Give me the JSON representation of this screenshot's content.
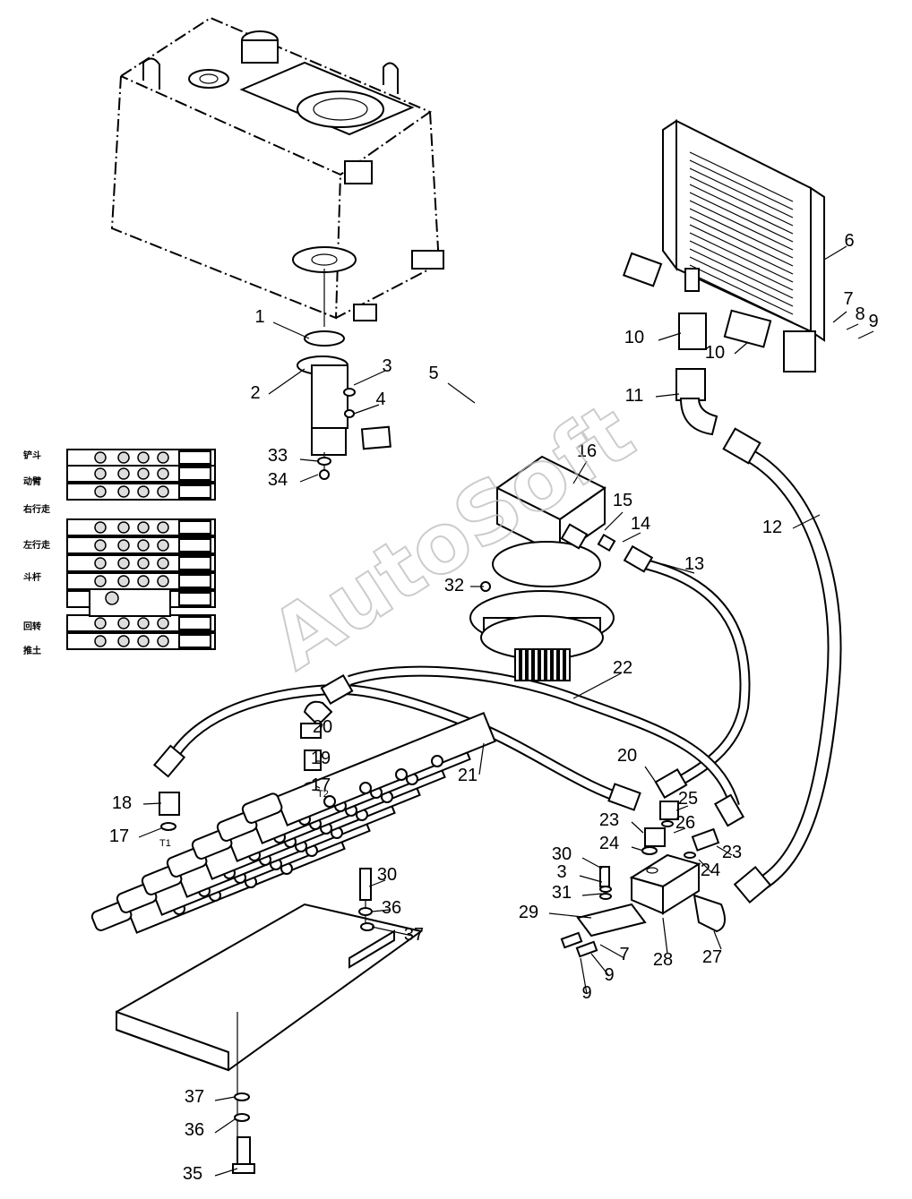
{
  "watermark": "AutoSoft",
  "callouts": [
    "1",
    "2",
    "3",
    "4",
    "5",
    "6",
    "7",
    "8",
    "9",
    "10",
    "10",
    "11",
    "12",
    "13",
    "14",
    "15",
    "16",
    "17",
    "17",
    "18",
    "19",
    "20",
    "20",
    "21",
    "22",
    "23",
    "23",
    "24",
    "24",
    "25",
    "26",
    "27",
    "28",
    "29",
    "30",
    "30",
    "3",
    "31",
    "7",
    "9",
    "9",
    "32",
    "33",
    "34",
    "35",
    "36",
    "36",
    "37",
    "37"
  ],
  "valve_labels": [
    "铲斗",
    "动臂",
    "右行走",
    "左行走",
    "斗杆",
    "回转",
    "推土"
  ],
  "port_labels": [
    "T1",
    "T2"
  ]
}
